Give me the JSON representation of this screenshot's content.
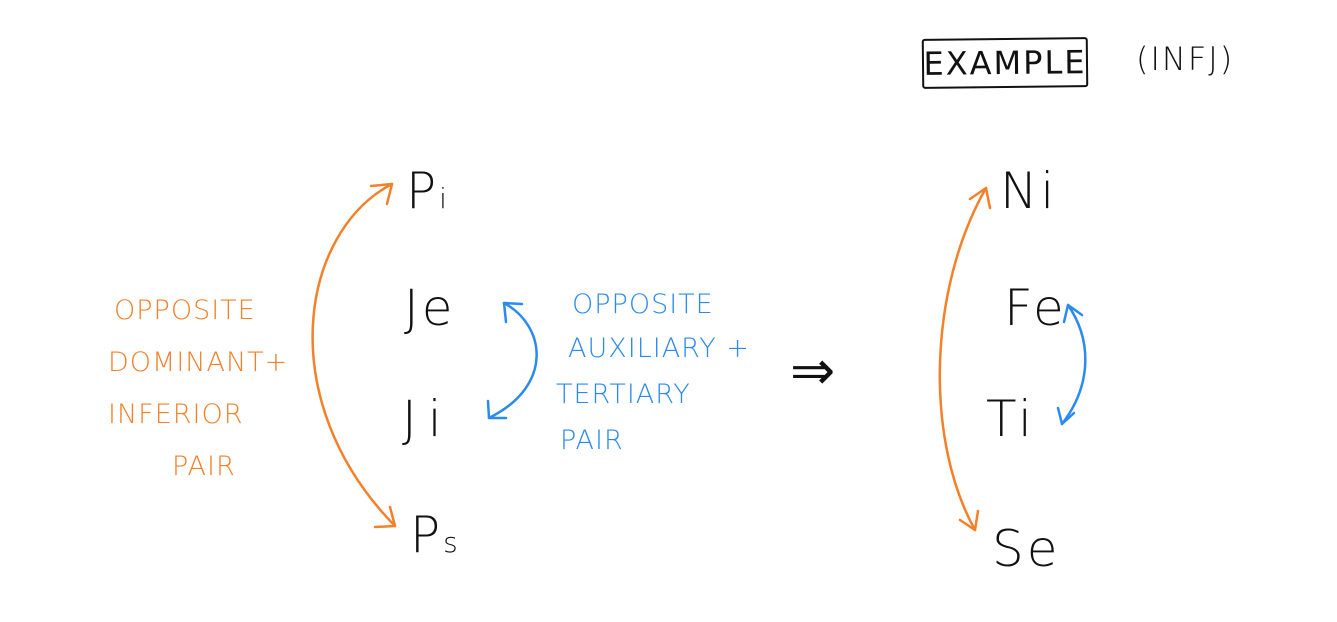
{
  "header": {
    "example_label": "EXAMPLE",
    "type_label": "(INFJ)"
  },
  "generic_stack": {
    "dominant": {
      "letter": "P",
      "attitude": "i"
    },
    "auxiliary": {
      "letter": "J",
      "attitude": "e"
    },
    "tertiary": {
      "letter": "J",
      "attitude": "i"
    },
    "inferior": {
      "letter": "P",
      "attitude": "s"
    }
  },
  "example_stack": {
    "dominant": "Ni",
    "auxiliary": "Fe",
    "tertiary": "Ti",
    "inferior": "Se"
  },
  "notes": {
    "dominant_inferior": [
      "OPPOSITE",
      "DOMINANT+",
      "INFERIOR",
      "PAIR"
    ],
    "auxiliary_tertiary": [
      "OPPOSITE",
      "AUXILIARY +",
      "TERTIARY",
      "PAIR"
    ]
  },
  "implies_symbol": "⇒",
  "colors": {
    "dominant_inferior_pair": "#f5802a",
    "auxiliary_tertiary_pair": "#2b8af0",
    "ink": "#111111"
  }
}
